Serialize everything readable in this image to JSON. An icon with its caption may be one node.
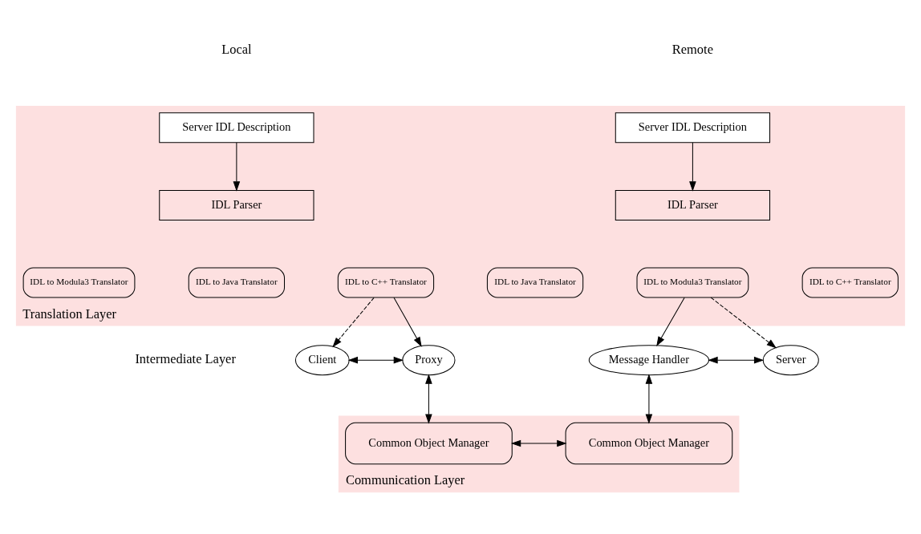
{
  "diagram": {
    "nodes": [
      {
        "text": [
          "Translation Layer"
        ]
      },
      {
        "text": [
          "Server IDL Description"
        ],
        "in": 0
      },
      {
        "text": [
          "IDL Parser"
        ],
        "in": 0
      },
      {
        "text": [
          "IDL to Modula3 Translator"
        ],
        "in": 0
      },
      {
        "text": [
          "IDL to Java Translator"
        ],
        "in": 0
      },
      {
        "text": [
          "IDL to C++ Translator"
        ],
        "in": 0
      },
      {
        "text": [
          "Server IDL Description"
        ],
        "in": 0
      },
      {
        "text": [
          "IDL Parser"
        ],
        "in": 0
      },
      {
        "text": [
          "IDL to Java Translator"
        ],
        "in": 0
      },
      {
        "text": [
          "IDL to Modula3 Translator"
        ],
        "in": 0
      },
      {
        "text": [
          "IDL to C++ Translator"
        ],
        "in": 0
      },
      {
        "text": [
          "Client"
        ]
      },
      {
        "text": [
          "Proxy"
        ]
      },
      {
        "text": [
          "Message Handler"
        ]
      },
      {
        "text": [
          "Server"
        ]
      },
      {
        "text": [
          "Communication Layer"
        ]
      },
      {
        "text": [
          "Common Object Manager"
        ],
        "in": 15
      },
      {
        "text": [
          "Common Object Manager"
        ],
        "in": 15
      }
    ],
    "edges": [
      {
        "from": 1,
        "to": 2,
        "arrow": "to"
      },
      {
        "from": 6,
        "to": 7,
        "arrow": "to"
      },
      {
        "from": 5,
        "to": 11,
        "arrow": "to",
        "style": "dashed"
      },
      {
        "from": 5,
        "to": 12,
        "arrow": "to"
      },
      {
        "from": 11,
        "to": 12,
        "arrow": "both"
      },
      {
        "from": 9,
        "to": 13,
        "arrow": "to"
      },
      {
        "from": 9,
        "to": 14,
        "arrow": "to",
        "style": "dashed"
      },
      {
        "from": 13,
        "to": 14,
        "arrow": "both"
      },
      {
        "from": 12,
        "to": 16,
        "arrow": "both"
      },
      {
        "from": 13,
        "to": 17,
        "arrow": "both"
      },
      {
        "from": 16,
        "to": 17,
        "arrow": "both"
      }
    ],
    "labels": [
      "Local",
      "Remote",
      "Intermediate Layer"
    ]
  }
}
